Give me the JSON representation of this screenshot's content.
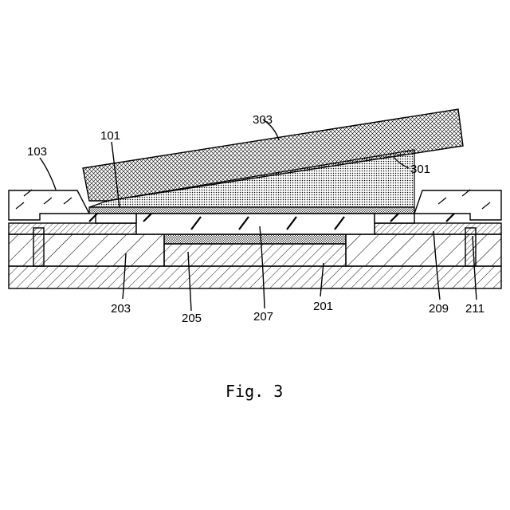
{
  "labels": {
    "l101": "101",
    "l103": "103",
    "l201": "201",
    "l203": "203",
    "l205": "205",
    "l207": "207",
    "l209": "209",
    "l211": "211",
    "l301": "301",
    "l303": "303"
  },
  "caption": "Fig. 3"
}
